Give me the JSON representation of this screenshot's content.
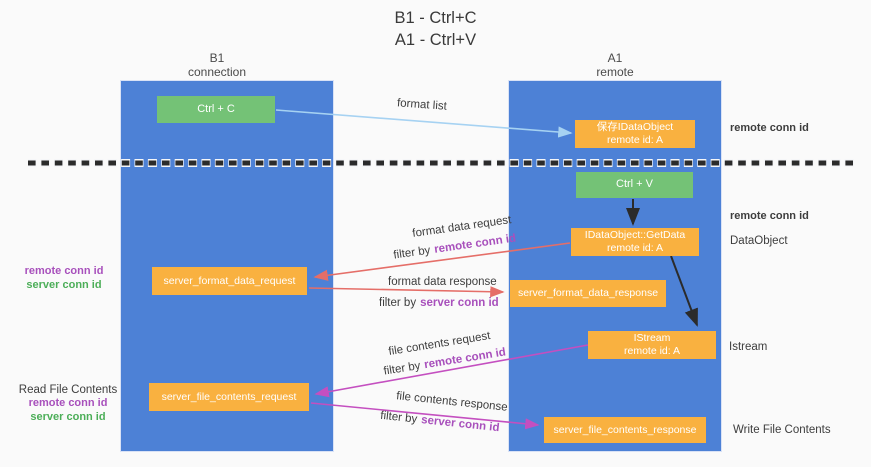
{
  "title": {
    "line1": "B1 - Ctrl+C",
    "line2": "A1 - Ctrl+V"
  },
  "lanes": {
    "left": {
      "name": "B1",
      "role": "connection"
    },
    "right": {
      "name": "A1",
      "role": "remote"
    }
  },
  "nodes": {
    "ctrl_c": {
      "label": "Ctrl + C"
    },
    "save_dataobject": {
      "line1": "保存IDataObject",
      "line2": "remote id: A"
    },
    "ctrl_v": {
      "label": "Ctrl + V"
    },
    "getdata": {
      "line1": "IDataObject::GetData",
      "line2": "remote id: A"
    },
    "format_request": {
      "label": "server_format_data_request"
    },
    "format_response": {
      "label": "server_format_data_response"
    },
    "istream": {
      "line1": "IStream",
      "line2": "remote id: A"
    },
    "file_request": {
      "label": "server_file_contents_request"
    },
    "file_response": {
      "label": "server_file_contents_response"
    }
  },
  "edge_labels": {
    "format_list": "format list",
    "format_data_request": "format data request",
    "format_data_response": "format data response",
    "file_contents_request": "file contents request",
    "file_contents_response": "file contents response",
    "filter_by": "filter by",
    "remote_conn_id": "remote conn id",
    "server_conn_id": "server conn id"
  },
  "annotations": {
    "right_remote_conn_id_1": "remote conn id",
    "right_remote_conn_id_2": "remote conn id",
    "data_object": "DataObject",
    "istream": "Istream",
    "write_file_contents": "Write File Contents",
    "left_remote_conn_id_1": "remote conn id",
    "left_server_conn_id_1": "server conn id",
    "read_file_contents": "Read File Contents",
    "left_remote_conn_id_2": "remote conn id",
    "left_server_conn_id_2": "server conn id"
  },
  "colors": {
    "lane_blue": "#4d81d6",
    "node_orange": "#f9b140",
    "node_green": "#74c276",
    "arrow_light_blue": "#a6d2f2",
    "arrow_red": "#e56e68",
    "arrow_magenta": "#c44fc0",
    "arrow_black": "#2b2b2b",
    "label_purple": "#a850bc",
    "label_green": "#4cae58",
    "background": "#fafafa"
  }
}
